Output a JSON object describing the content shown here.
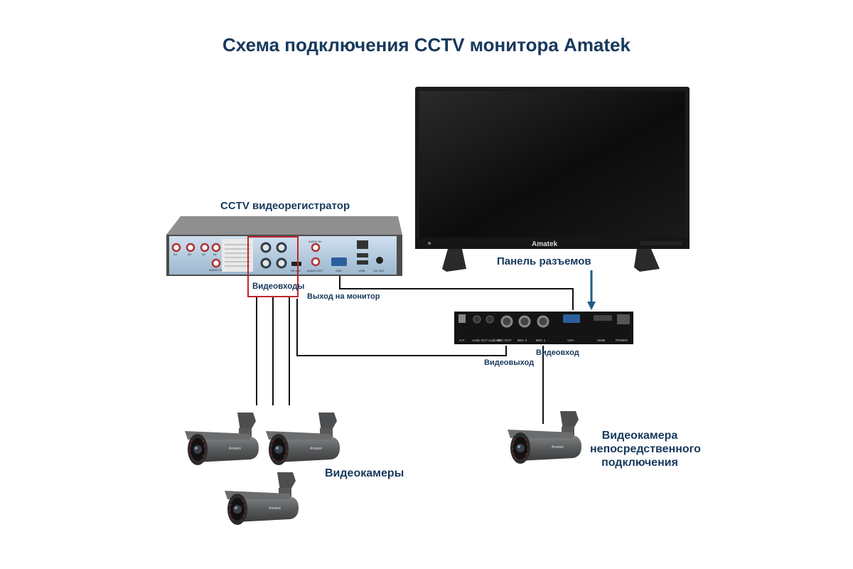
{
  "title": "Схема подключения CCTV монитора Amatek",
  "labels": {
    "dvr": "CCTV видеорегистратор",
    "panel": "Панель разъемов",
    "video_inputs": "Видеовходы",
    "monitor_out": "Выход на монитор",
    "video_out": "Видеовыход",
    "video_in": "Видеовход",
    "cameras": "Видеокамеры",
    "direct_camera_line1": "Видеокамера",
    "direct_camera_line2": "непосредственного",
    "direct_camera_line3": "подключения"
  },
  "monitor": {
    "brand": "Amatek"
  },
  "camera_brand": "Amatek",
  "dvr_ports": {
    "audio_out": "AUDIO OUT",
    "audio_in": "AUDIO IN",
    "audio_out2": "AUDIO OUT",
    "vga": "VGA",
    "usb": "USB",
    "dc": "DC 12V",
    "hd": "HD port",
    "a4": "A4",
    "a3": "A3",
    "a2": "A2",
    "a1": "A1"
  },
  "panel_ports": {
    "hp": "H.P",
    "audio": "Audio OUT Audio IN",
    "bnc_out": "BNC-OUT",
    "bnc2": "BNC 2",
    "bnc1": "BNC 1",
    "vga": "VGA",
    "hdmi": "HDMI",
    "power": "POWER"
  },
  "colors": {
    "title": "#17395c",
    "text": "#17395c",
    "highlight": "#c0262d",
    "arrow": "#1f5e86",
    "wire": "#111111"
  }
}
